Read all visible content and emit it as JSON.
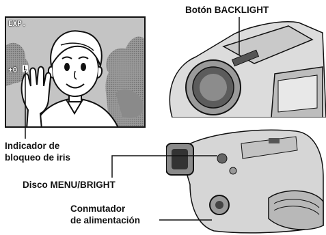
{
  "screen": {
    "mode_label": "EXP.",
    "exposure_value": "±0",
    "iris_lock_symbol": "L"
  },
  "labels": {
    "backlight_button": "Botón BACKLIGHT",
    "iris_lock_indicator_line1": "Indicador de",
    "iris_lock_indicator_line2": "bloqueo de iris",
    "menu_bright_dial": "Disco MENU/BRIGHT",
    "power_switch_line1": "Conmutador",
    "power_switch_line2": "de alimentación"
  }
}
